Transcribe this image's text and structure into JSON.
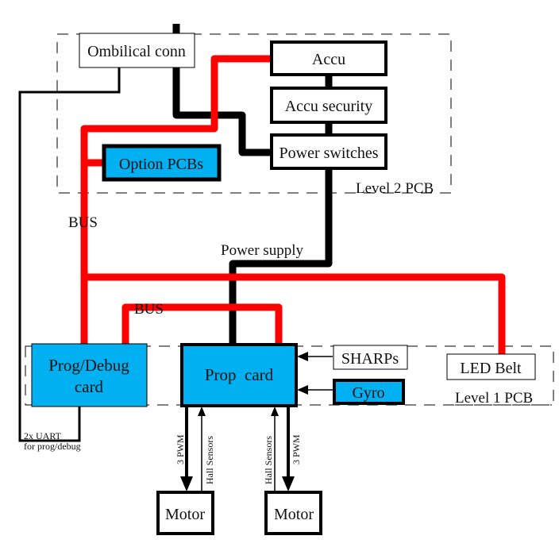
{
  "colors": {
    "bus": "#ff0000",
    "power": "#000000",
    "module_fill": "#00b0f0",
    "box_fill": "#ffffff"
  },
  "regions": {
    "level2": "Level 2 PCB",
    "level1": "Level 1 PCB"
  },
  "blocks": {
    "ombilical": "Ombilical conn",
    "accu": "Accu",
    "accu_security": "Accu security",
    "power_switches": "Power switches",
    "option_pcbs": "Option PCBs",
    "prog_debug_line1": "Prog/Debug",
    "prog_debug_line2": "card",
    "prop_card": "Prop  card",
    "sharps": "SHARPs",
    "gyro": "Gyro",
    "led_belt": "LED Belt",
    "motor_left": "Motor",
    "motor_right": "Motor"
  },
  "labels": {
    "bus_upper": "BUS",
    "bus_lower": "BUS",
    "power_supply": "Power supply",
    "uart_line1": "2x UART",
    "uart_line2": "for prog/debug",
    "pwm_left": "3 PWM",
    "hall_left": "Hall Sensors",
    "hall_right": "Hall Sensors",
    "pwm_right": "3 PWM"
  }
}
